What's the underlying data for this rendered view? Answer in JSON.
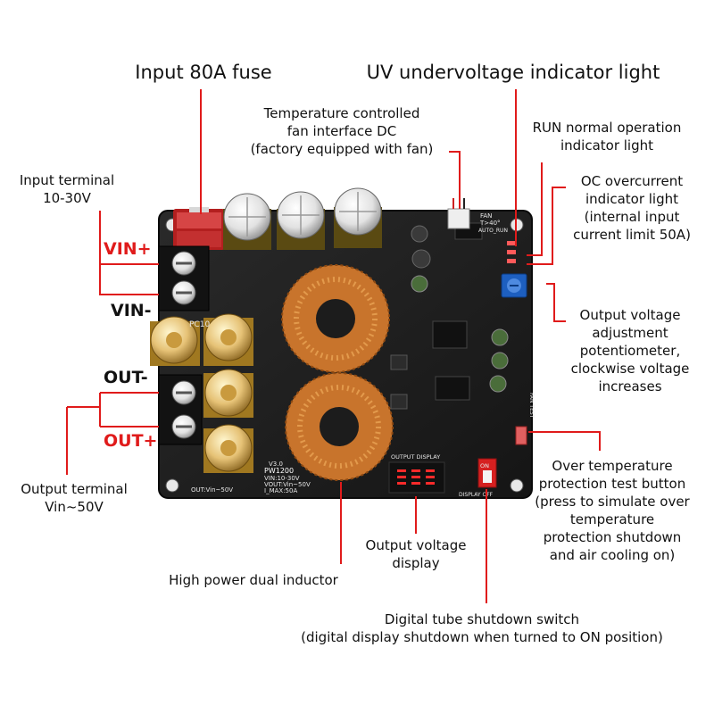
{
  "labels": {
    "fuse": "Input 80A fuse",
    "uv": "UV undervoltage indicator light",
    "fan_l1": "Temperature controlled",
    "fan_l2": "fan interface DC",
    "fan_l3": "(factory equipped with fan)",
    "run_l1": "RUN normal operation",
    "run_l2": "indicator light",
    "oc_l1": "OC overcurrent",
    "oc_l2": "indicator light",
    "oc_l3": "(internal input",
    "oc_l4": "current limit 50A)",
    "input_l1": "Input terminal",
    "input_l2": "10-30V",
    "pot_l1": "Output voltage",
    "pot_l2": "adjustment",
    "pot_l3": "potentiometer,",
    "pot_l4": "clockwise voltage",
    "pot_l5": "increases",
    "otp_l1": "Over temperature",
    "otp_l2": "protection test button",
    "otp_l3": "(press to simulate over",
    "otp_l4": "temperature",
    "otp_l5": "protection shutdown",
    "otp_l6": "and air cooling on)",
    "out_l1": "Output terminal",
    "out_l2": "Vin~50V",
    "disp_l1": "Output voltage",
    "disp_l2": "display",
    "inductor": "High power dual inductor",
    "sw_l1": "Digital tube shutdown switch",
    "sw_l2": "(digital display shutdown when turned to ON position)"
  },
  "terminals": {
    "vin_plus": "VIN+",
    "vin_minus": "VIN-",
    "out_minus": "OUT-",
    "out_plus": "OUT+"
  },
  "board_text": {
    "model": "PW1200",
    "version": "V3.0",
    "spec1": "VIN:10-30V",
    "spec2": "VOUT:Vin~50V",
    "spec3": "I_MAX:50A",
    "out_marking": "OUT:Vin~50V",
    "output_display": "OUTPUT DISPLAY",
    "fan": "FAN",
    "fan_temp": "T>40°",
    "fan_mode": "AUTO_RUN",
    "fan_test": "FAN TEST",
    "dip_on": "ON",
    "display_off": "DISPLAY OFF",
    "cap_label": "PC10"
  },
  "colors": {
    "accent_red": "#e01b1b",
    "pcb": "#1c1c1c",
    "copper": "#c8742c"
  }
}
